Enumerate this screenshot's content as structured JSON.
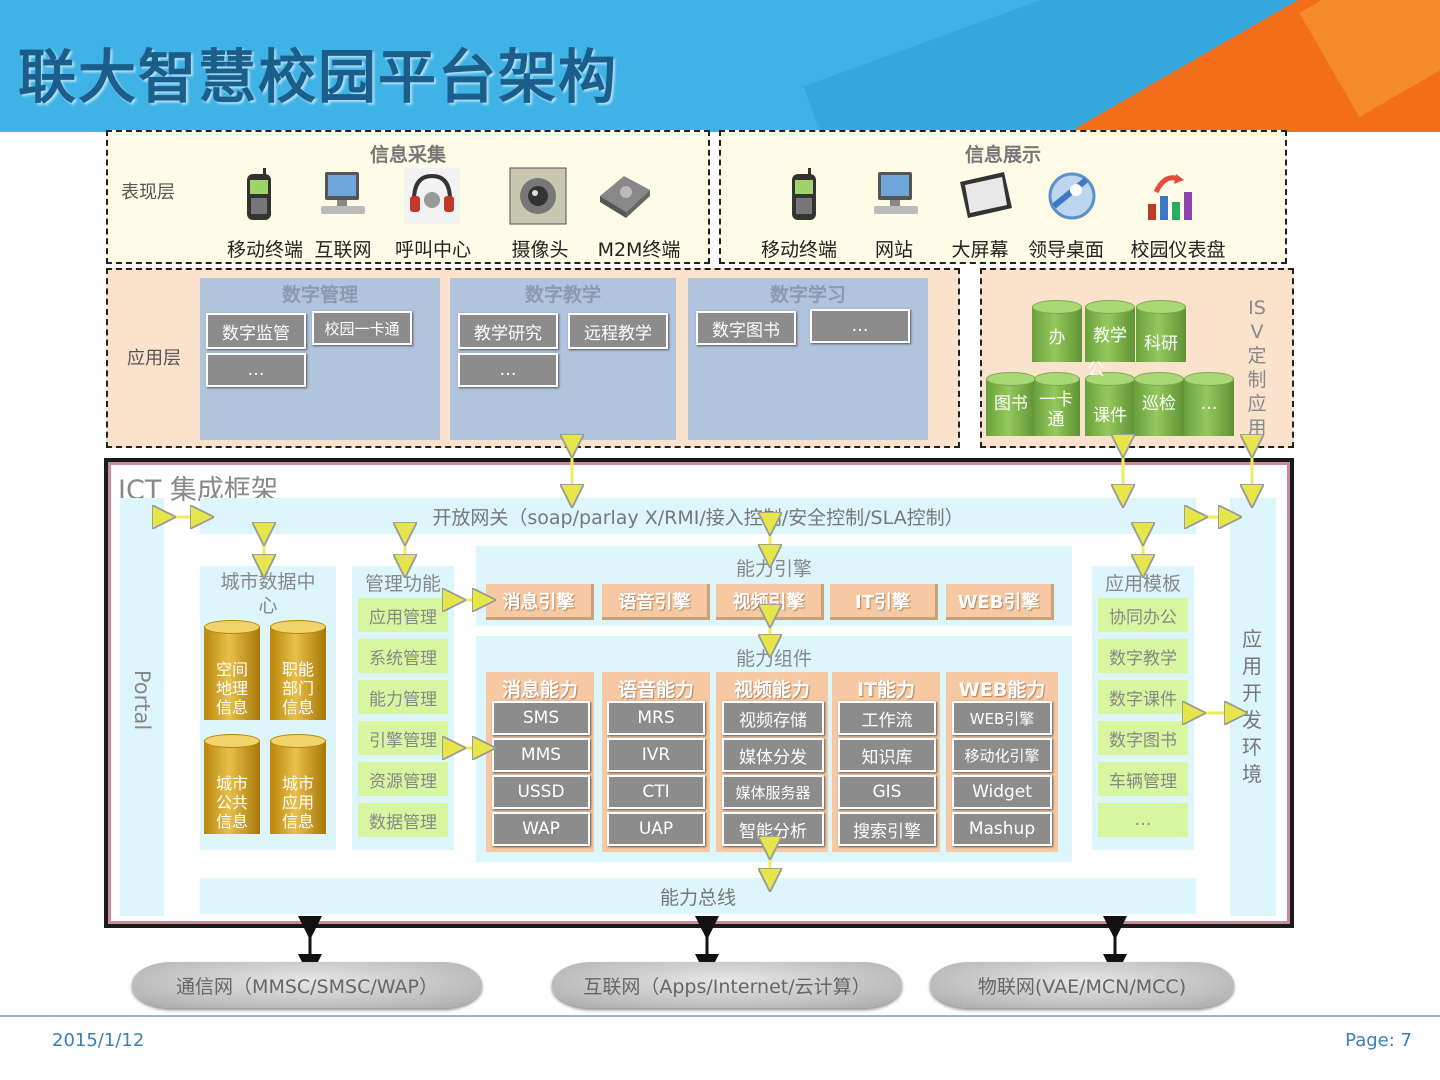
{
  "title": "联大智慧校园平台架构",
  "presentation": {
    "layer_label": "表现层",
    "collect": {
      "title": "信息采集",
      "items": [
        {
          "label": "移动终端",
          "icon": "mobile-phone-icon"
        },
        {
          "label": "互联网",
          "icon": "computer-icon"
        },
        {
          "label": "呼叫中心",
          "icon": "headset-icon"
        },
        {
          "label": "摄像头",
          "icon": "camera-icon"
        },
        {
          "label": "M2M终端",
          "icon": "m2m-device-icon"
        }
      ]
    },
    "display": {
      "title": "信息展示",
      "items": [
        {
          "label": "移动终端",
          "icon": "mobile-phone-icon"
        },
        {
          "label": "网站",
          "icon": "computer-icon"
        },
        {
          "label": "大屏幕",
          "icon": "big-screen-icon"
        },
        {
          "label": "领导桌面",
          "icon": "desktop-icon"
        },
        {
          "label": "校园仪表盘",
          "icon": "dashboard-icon"
        }
      ]
    }
  },
  "application": {
    "layer_label": "应用层",
    "columns": [
      {
        "title": "数字管理",
        "items": [
          "数字监管",
          "校园一卡通",
          "…"
        ]
      },
      {
        "title": "数字教学",
        "items": [
          "教学研究",
          "远程教学",
          "…"
        ]
      },
      {
        "title": "数字学习",
        "items": [
          "数字图书",
          "…"
        ]
      }
    ],
    "isv": {
      "label": "ISV定制应用",
      "top": [
        "办",
        "教学",
        "科研"
      ],
      "top_extra": "公",
      "bottom": [
        "图书",
        "一卡通",
        "课件",
        "巡检",
        "…"
      ]
    }
  },
  "ict": {
    "title": "ICT 集成框架",
    "portal": "Portal",
    "gateway": "开放网关（soap/parlay X/RMI/接入控制/安全控制/SLA控制）",
    "city_center": {
      "title": "城市数据中心",
      "items": [
        "空间地理信息",
        "职能部门信息",
        "城市公共信息",
        "城市应用信息"
      ]
    },
    "management": {
      "title": "管理功能",
      "items": [
        "应用管理",
        "系统管理",
        "能力管理",
        "引擎管理",
        "资源管理",
        "数据管理"
      ]
    },
    "engine": {
      "title": "能力引擎",
      "items": [
        "消息引擎",
        "语音引擎",
        "视频引擎",
        "IT引擎",
        "WEB引擎"
      ]
    },
    "components": {
      "title": "能力组件",
      "columns": [
        {
          "title": "消息能力",
          "items": [
            "SMS",
            "MMS",
            "USSD",
            "WAP"
          ]
        },
        {
          "title": "语音能力",
          "items": [
            "MRS",
            "IVR",
            "CTI",
            "UAP"
          ]
        },
        {
          "title": "视频能力",
          "items": [
            "视频存储",
            "媒体分发",
            "媒体服务器",
            "智能分析"
          ]
        },
        {
          "title": "IT能力",
          "items": [
            "工作流",
            "知识库",
            "GIS",
            "搜索引擎"
          ]
        },
        {
          "title": "WEB能力",
          "items": [
            "WEB引擎",
            "移动化引擎",
            "Widget",
            "Mashup"
          ]
        }
      ]
    },
    "templates": {
      "title": "应用模板",
      "items": [
        "协同办公",
        "数字教学",
        "数字课件",
        "数字图书",
        "车辆管理",
        "…"
      ]
    },
    "dev_env": "应用开发环境",
    "bus": "能力总线"
  },
  "networks": [
    "通信网（MMSC/SMSC/WAP）",
    "互联网（Apps/Internet/云计算）",
    "物联网(VAE/MCN/MCC)"
  ],
  "footer": {
    "date": "2015/1/12",
    "page": "Page: 7"
  }
}
